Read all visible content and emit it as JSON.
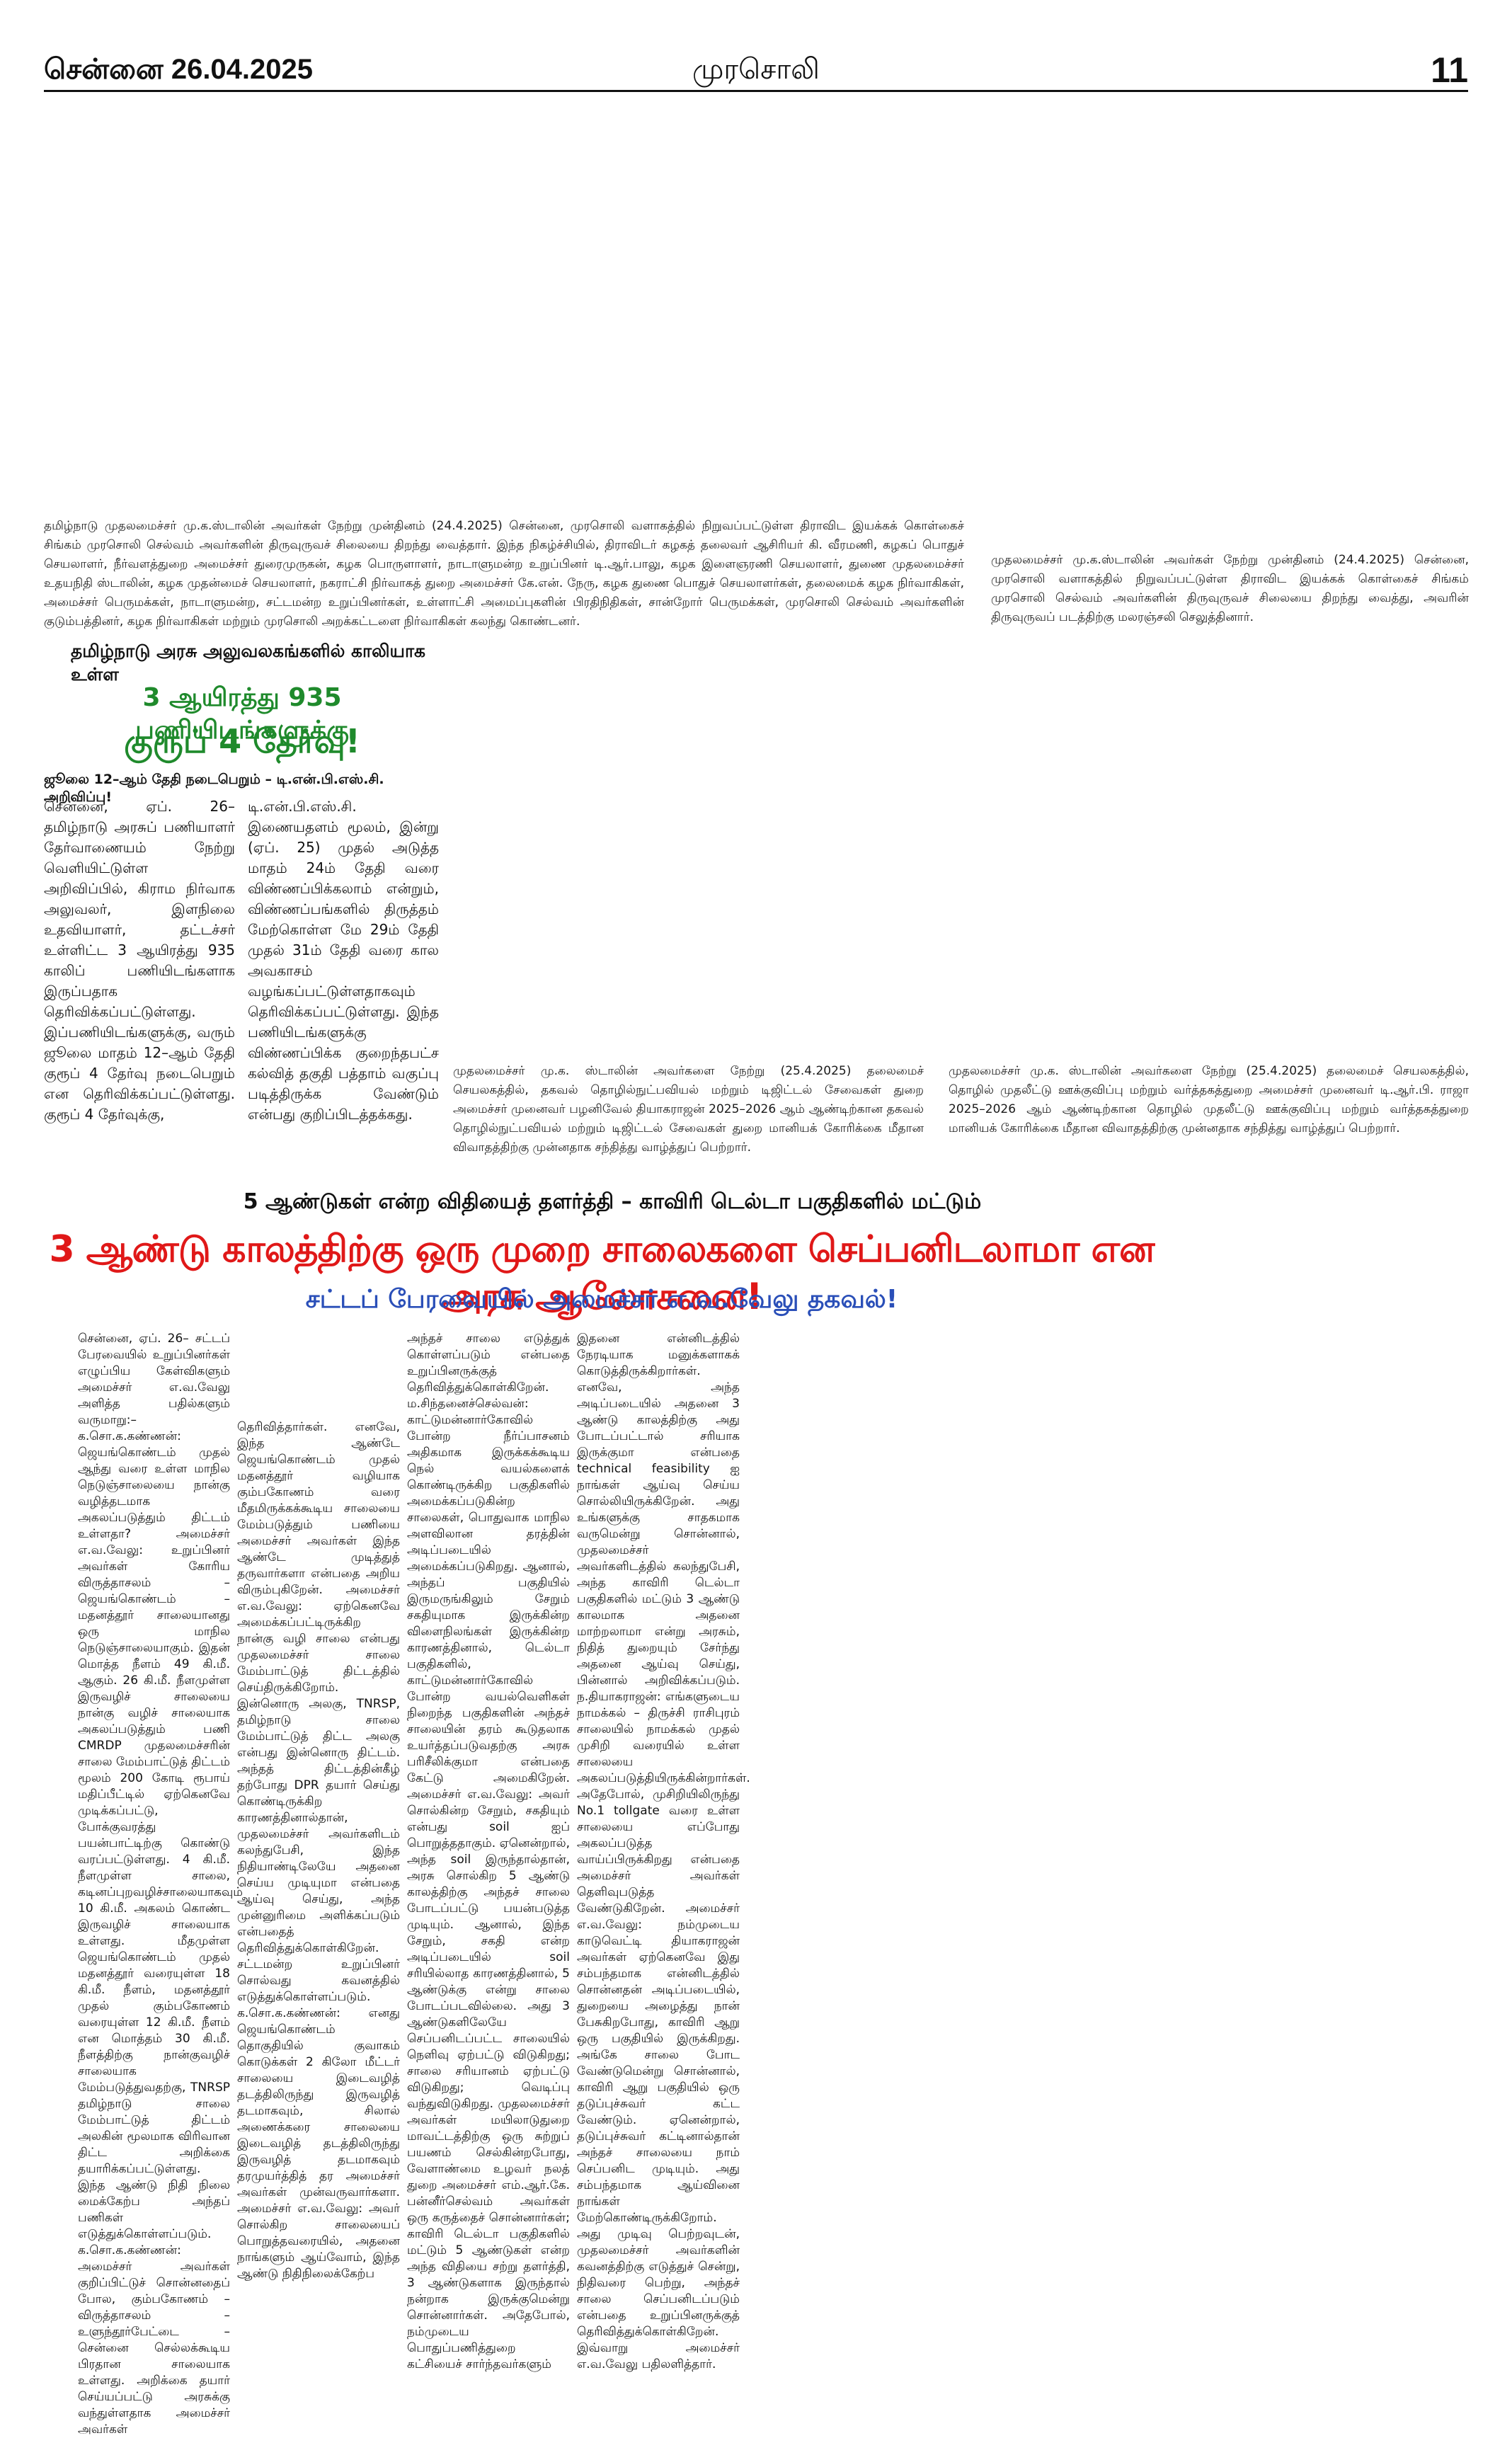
{
  "header": {
    "date": "சென்னை 26.04.2025",
    "paper": "முரசொலி",
    "page": "11"
  },
  "captions": {
    "photo1": "தமிழ்நாடு முதலமைச்சர் மு.க.ஸ்டாலின் அவர்கள் நேற்று முன்தினம் (24.4.2025) சென்னை, முரசொலி வளாகத்தில் நிறுவப்பட்டுள்ள திராவிட இயக்கக் கொள்கைச் சிங்கம் முரசொலி செல்வம் அவர்களின் திருவுருவச் சிலையை திறந்து வைத்தார். இந்த நிகழ்ச்சியில், திராவிடர் கழகத் தலைவர் ஆசிரியர் கி. வீரமணி, கழகப் பொதுச் செயலாளர், நீர்வளத்துறை அமைச்சர் துரைமுருகன், கழக பொருளாளர், நாடாளுமன்ற உறுப்பினர் டி.ஆர்.பாலு, கழக இளைஞரணி செயலாளர், துணை முதலமைச்சர் உதயநிதி ஸ்டாலின், கழக முதன்மைச் செயலாளர், நகராட்சி நிர்வாகத் துறை அமைச்சர் கே.என். நேரு, கழக துணை பொதுச் செயலாளர்கள், தலைமைக் கழக நிர்வாகிகள், அமைச்சர் பெருமக்கள், நாடாளுமன்ற, சட்டமன்ற உறுப்பினர்கள், உள்ளாட்சி அமைப்புகளின் பிரதிநிதிகள், சான்றோர் பெருமக்கள், முரசொலி செல்வம் அவர்களின் குடும்பத்தினர், கழக நிர்வாகிகள் மற்றும் முரசொலி அறக்கட்டளை நிர்வாகிகள் கலந்து கொண்டனர்.",
    "photo2": "முதலமைச்சர் மு.க.ஸ்டாலின் அவர்கள் நேற்று முன்தினம் (24.4.2025) சென்னை, முரசொலி வளாகத்தில் நிறுவப்பட்டுள்ள திராவிட இயக்கக் கொள்கைச் சிங்கம் முரசொலி செல்வம் அவர்களின் திருவுருவச் சிலையை திறந்து வைத்து, அவரின் திருவுருவப் படத்திற்கு மலரஞ்சலி செலுத்தினார்.",
    "photo3": "முதலமைச்சர் மு.க. ஸ்டாலின் அவர்களை நேற்று (25.4.2025) தலைமைச் செயலகத்தில், தகவல் தொழில்நுட்பவியல் மற்றும் டிஜிட்டல் சேவைகள் துறை அமைச்சர் முனைவர் பழனிவேல் தியாகராஜன் 2025–2026 ஆம் ஆண்டிற்கான தகவல் தொழில்நுட்பவியல் மற்றும் டிஜிட்டல் சேவைகள் துறை மானியக் கோரிக்கை மீதான விவாதத்திற்கு முன்னதாக சந்தித்து வாழ்த்துப் பெற்றார்.",
    "photo4": "முதலமைச்சர் மு.க. ஸ்டாலின் அவர்களை நேற்று (25.4.2025) தலைமைச் செயலகத்தில், தொழில் முதலீட்டு ஊக்குவிப்பு மற்றும் வர்த்தகத்துறை அமைச்சர் முனைவர் டி.ஆர்.பி. ராஜா 2025–2026 ஆம் ஆண்டிற்கான தொழில் முதலீட்டு ஊக்குவிப்பு மற்றும் வர்த்தகத்துறை மானியக் கோரிக்கை மீதான விவாதத்திற்கு முன்னதாக சந்தித்து வாழ்த்துப் பெற்றார்."
  },
  "story1": {
    "kicker": "தமிழ்நாடு அரசு அலுவலகங்களில் காலியாக உள்ள",
    "headline_line1": "3 ஆயிரத்து 935 பணியிடங்களுக்கு",
    "headline_line2": "குரூப் 4 தேர்வு!",
    "subhead": "ஜூலை 12–ஆம் தேதி நடைபெறும் – டி.என்.பி.எஸ்.சி. அறிவிப்பு!",
    "col1": "சென்னை, ஏப். 26– தமிழ்நாடு அரசுப் பணியாளர் தேர்வாணையம் நேற்று வெளியிட்டுள்ள அறிவிப்பில், கிராம நிர்வாக அலுவலர், இளநிலை உதவியாளர், தட்டச்சர் உள்ளிட்ட 3 ஆயிரத்து 935 காலிப் பணியிடங்களாக இருப்பதாக தெரிவிக்கப்பட்டுள்ளது. இப்பணியிடங்களுக்கு, வரும் ஜூலை மாதம் 12–ஆம் தேதி குரூப் 4 தேர்வு நடைபெறும் என தெரிவிக்கப்பட்டுள்ளது. குரூப் 4 தேர்வுக்கு,",
    "col2": "டி.என்.பி.எஸ்.சி. இணையதளம் மூலம், இன்று (ஏப். 25) முதல் அடுத்த மாதம் 24ம் தேதி வரை விண்ணப்பிக்கலாம் என்றும், விண்ணப்பங்களில் திருத்தம் மேற்கொள்ள மே 29ம் தேதி முதல் 31ம் தேதி வரை கால அவகாசம் வழங்கப்பட்டுள்ளதாகவும் தெரிவிக்கப்பட்டுள்ளது. இந்த பணியிடங்களுக்கு விண்ணப்பிக்க குறைந்தபட்ச கல்வித் தகுதி பத்தாம் வகுப்பு படித்திருக்க வேண்டும் என்பது குறிப்பிடத்தக்கது."
  },
  "story2": {
    "kicker": "5 ஆண்டுகள் என்ற விதியைத் தளர்த்தி – காவிரி டெல்டா பகுதிகளில் மட்டும்",
    "headline": "3 ஆண்டு காலத்திற்கு ஒரு முறை சாலைகளை செப்பனிடலாமா என அரசு ஆலோசனை!",
    "subhead": "சட்டப் பேரவையில் அமைச்சர் எ.வ.வேலு தகவல்!",
    "col1": "சென்னை, ஏப். 26– சட்டப் பேரவையில் உறுப்பினர்கள் எழுப்பிய கேள்விகளும் அமைச்சர் எ.வ.வேலு அளித்த பதில்களும் வருமாறு:– க.சொ.க.கண்ணன்: ஜெயங்கொண்டம் முதல் ஆந்து வரை உள்ள மாநில நெடுஞ்சாலையை நான்கு வழித்தடமாக அகலப்படுத்தும் திட்டம் உள்ளதா? அமைச்சர் எ.வ.வேலு: உறுப்பினர் அவர்கள் கோரிய விருத்தாசலம் – ஜெயங்கொண்டம் – மதனத்தூர் சாலையானது ஒரு மாநில நெடுஞ்சாலையாகும். இதன் மொத்த நீளம் 49 கி.மீ. ஆகும். 26 கி.மீ. நீளமுள்ள இருவழிச் சாலையை நான்கு வழிச் சாலையாக அகலப்படுத்தும் பணி CMRDP முதலமைச்சரின் சாலை மேம்பாட்டுத் திட்டம் மூலம் 200 கோடி ரூபாய் மதிப்பீட்டில் ஏற்கெனவே முடிக்கப்பட்டு, போக்குவரத்து பயன்பாட்டிற்கு கொண்டு வரப்பட்டுள்ளது. 4 கி.மீ. நீளமுள்ள சாலை, கடினப்புறவழிச்சாலையாகவும் 10 கி.மீ. அகலம் கொண்ட இருவழிச் சாலையாக உள்ளது. மீதமுள்ள ஜெயங்கொண்டம் முதல் மதனத்தூர் வரையுள்ள 18 கி.மீ. நீளம், மதனத்தூர் முதல் கும்பகோணம் வரையுள்ள 12 கி.மீ. நீளம் என மொத்தம் 30 கி.மீ. நீளத்திற்கு நான்குவழிச் சாலையாக மேம்படுத்துவதற்கு, TNRSP தமிழ்நாடு சாலை மேம்பாட்டுத் திட்டம் அலகின் மூலமாக விரிவான திட்ட அறிக்கை தயாரிக்கப்பட்டுள்ளது. இந்த ஆண்டு நிதி நிலை மைக்கேற்ப அந்தப் பணிகள் எடுத்துக்கொள்ளப்படும். க.சொ.க.கண்ணன்: அமைச்சர் அவர்கள் குறிப்பிட்டுச் சொன்னதைப் போல, கும்பகோணம் – விருத்தாசலம் – உளுந்தூர்பேட்டை – சென்னை செல்லக்கூடிய பிரதான சாலையாக உள்ளது. அறிக்கை தயார் செய்யப்பட்டு அரசுக்கு வந்துள்ளதாக அமைச்சர் அவர்கள்",
    "col2": "தெரிவித்தார்கள். எனவே, இந்த ஆண்டே ஜெயங்கொண்டம் முதல் மதனத்தூர் வழியாக கும்பகோணம் வரை மீதமிருக்கக்கூடிய சாலையை மேம்படுத்தும் பணியை அமைச்சர் அவர்கள் இந்த ஆண்டே முடித்துத் தருவார்களா என்பதை அறிய விரும்புகிறேன். அமைச்சர் எ.வ.வேலு: ஏற்கெனவே அமைக்கப்பட்டிருக்கிற நான்கு வழி சாலை என்பது முதலமைச்சர் சாலை மேம்பாட்டுத் திட்டத்தில் செய்திருக்கிறோம். இன்னொரு அலகு, TNRSP, தமிழ்நாடு சாலை மேம்பாட்டுத் திட்ட அலகு என்பது இன்னொரு திட்டம். அந்தத் திட்டத்தின்கீழ் தற்போது DPR தயார் செய்து கொண்டிருக்கிற காரணத்தினால்தான், முதலமைச்சர் அவர்களிடம் கலந்துபேசி, இந்த நிதியாண்டிலேயே அதனை செய்ய முடியுமா என்பதை ஆய்வு செய்து, அந்த முன்னுரிமை அளிக்கப்படும் என்பதைத் தெரிவித்துக்கொள்கிறேன். சட்டமன்ற உறுப்பினர் சொல்வது கவனத்தில் எடுத்துக்கொள்ளப்படும். க.சொ.க.கண்ணன்: எனது ஜெயங்கொண்டம் தொகுதியில் குவாகம் கொடுக்கள் 2 கிலோ மீட்டர் சாலையை இடைவழித் தடத்திலிருந்து இருவழித் தடமாகவும், சிலால் அணைக்கரை சாலையை இடைவழித் தடத்திலிருந்து இருவழித் தடமாகவும் தரமுயர்த்தித் தர அமைச்சர் அவர்கள் முன்வருவார்களா. அமைச்சர் எ.வ.வேலு: அவர் சொல்கிற சாலையைப் பொறுத்தவரையில், அதனை நாங்களும் ஆய்வோம், இந்த ஆண்டு நிதிநிலைக்கேற்ப",
    "col3": "அந்தச் சாலை எடுத்துக் கொள்ளப்படும் என்பதை உறுப்பினருக்குத் தெரிவித்துக்கொள்கிறேன். ம.சிந்தனைச்செல்வன்: காட்டுமன்னார்கோவில் போன்ற நீர்ப்பாசனம் அதிகமாக இருக்கக்கூடிய நெல் வயல்களைக் கொண்டிருக்கிற பகுதிகளில் அமைக்கப்படுகின்ற சாலைகள், பொதுவாக மாநில அளவிலான தரத்தின் அடிப்படையில் அமைக்கப்படுகிறது. ஆனால், அந்தப் பகுதியில் இருமருங்கிலும் சேறும் சகதியுமாக இருக்கின்ற விளைநிலங்கள் இருக்கின்ற காரணத்தினால், டெல்டா பகுதிகளில், காட்டுமன்னார்கோவில் போன்ற வயல்வெளிகள் நிறைந்த பகுதிகளின் அந்தச் சாலையின் தரம் கூடுதலாக உயர்த்தப்படுவதற்கு அரசு பரிசீலிக்குமா என்பதை கேட்டு அமைகிறேன். அமைச்சர் எ.வ.வேலு: அவர் சொல்கின்ற சேறும், சகதியும் என்பது soil ஐப் பொறுத்ததாகும். ஏனென்றால், அந்த soil இருந்தால்தான், அரசு சொல்கிற 5 ஆண்டு காலத்திற்கு அந்தச் சாலை போடப்பட்டு பயன்படுத்த முடியும். ஆனால், இந்த சேறும், சகதி என்ற அடிப்படையில் soil சரியில்லாத காரணத்தினால், 5 ஆண்டுக்கு என்று சாலை போடப்படவில்லை. அது 3 ஆண்டுகளிலேயே செப்பனிடப்பட்ட சாலையில் நெளிவு ஏற்பட்டு விடுகிறது; சாலை சரியானம் ஏற்பட்டு விடுகிறது; வெடிப்பு வந்துவிடுகிறது. முதலமைச்சர் அவர்கள் மயிலாடுதுறை மாவட்டத்திற்கு ஒரு சுற்றுப் பயணம் செல்கின்றபோது, வேளாண்மை உழவர் நலத் துறை அமைச்சர் எம்.ஆர்.கே. பன்னீர்செல்வம் அவர்கள் ஒரு கருத்தைச் சொன்னார்கள்; காவிரி டெல்டா பகுதிகளில் மட்டும் 5 ஆண்டுகள் என்ற அந்த விதியை சற்று தளர்த்தி, 3 ஆண்டுகளாக இருந்தால் நன்றாக இருக்குமென்று சொன்னார்கள். அதேபோல், நம்முடைய பொதுப்பணித்துறை கட்சியைச் சார்ந்தவர்களும்",
    "col4": "இதனை என்னிடத்தில் நேரடியாக மனுக்களாகக் கொடுத்திருக்கிறார்கள். எனவே, அந்த அடிப்படையில் அதனை 3 ஆண்டு காலத்திற்கு அது போடப்பட்டால் சரியாக இருக்குமா என்பதை technical feasibility ஐ நாங்கள் ஆய்வு செய்ய சொல்லியிருக்கிறேன். அது உங்களுக்கு சாதகமாக வருமென்று சொன்னால், முதலமைச்சர் அவர்களிடத்தில் கலந்துபேசி, அந்த காவிரி டெல்டா பகுதிகளில் மட்டும் 3 ஆண்டு காலமாக அதனை மாற்றலாமா என்று அரசும், நிதித் துறையும் சேர்ந்து அதனை ஆய்வு செய்து, பின்னால் அறிவிக்கப்படும். ந.தியாகராஜன்: எங்களுடைய நாமக்கல் – திருச்சி ராசிபுரம் சாலையில் நாமக்கல் முதல் முசிறி வரையில் உள்ள சாலையை அகலப்படுத்தியிருக்கின்றார்கள். அதேபோல், முசிறியிலிருந்து No.1 tollgate வரை உள்ள சாலையை எப்போது அகலப்படுத்த வாய்ப்பிருக்கிறது என்பதை அமைச்சர் அவர்கள் தெளிவுபடுத்த வேண்டுகிறேன். அமைச்சர் எ.வ.வேலு: நம்முடைய காடுவெட்டி தியாகராஜன் அவர்கள் ஏற்கெனவே இது சம்பந்தமாக என்னிடத்தில் சொன்னதன் அடிப்படையில், துறையை அழைத்து நான் பேசுகிறபோது, காவிரி ஆறு ஒரு பகுதியில் இருக்கிறது. அங்கே சாலை போட வேண்டுமென்று சொன்னால், காவிரி ஆறு பகுதியில் ஒரு தடுப்புச்சுவர் கட்ட வேண்டும். ஏனென்றால், தடுப்புச்சுவர் கட்டினால்தான் அந்தச் சாலையை நாம் செப்பனிட முடியும். அது சம்பந்தமாக ஆய்வினை நாங்கள் மேற்கொண்டிருக்கிறோம். அது முடிவு பெற்றவுடன், முதலமைச்சர் அவர்களின் கவனத்திற்கு எடுத்துச் சென்று, நிதிவரை பெற்று, அந்தச் சாலை செப்பனிடப்படும் என்பதை உறுப்பினருக்குத் தெரிவித்துக்கொள்கிறேன். இவ்வாறு அமைச்சர் எ.வ.வேலு பதிலளித்தார்."
  }
}
